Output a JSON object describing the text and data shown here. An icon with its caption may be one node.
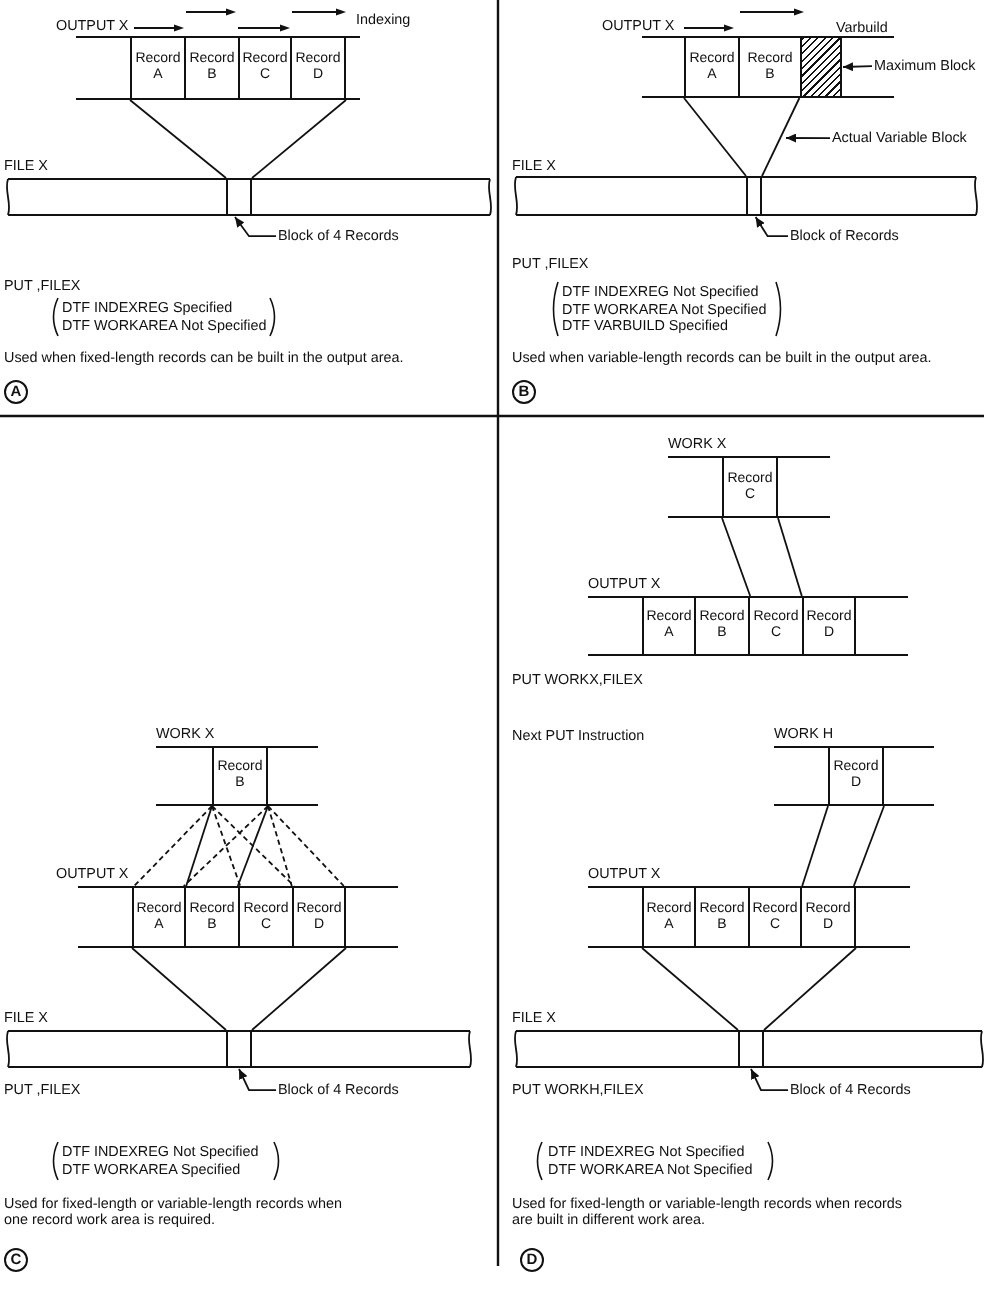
{
  "diagram": {
    "nodes": [
      {
        "text": [
          "OUTPUT X"
        ]
      },
      {
        "text": [
          "Record A"
        ],
        "in": 0
      },
      {
        "text": [
          "Record B"
        ],
        "in": 0
      },
      {
        "text": [
          "Record C"
        ],
        "in": 0
      },
      {
        "text": [
          "Record D"
        ],
        "in": 0
      },
      {
        "text": [
          "FILE X"
        ]
      },
      {
        "text": [],
        "shape": "box",
        "in": 5
      },
      {
        "text": [
          "Block of 4 Records"
        ]
      },
      {
        "text": [
          "A"
        ]
      },
      {
        "text": [
          "OUTPUT X"
        ]
      },
      {
        "text": [
          "Record A"
        ],
        "in": 9
      },
      {
        "text": [
          "Record B"
        ],
        "in": 9
      },
      {
        "text": [],
        "shape": "box",
        "in": 9
      },
      {
        "text": [
          "Maximum Block"
        ]
      },
      {
        "text": [
          "Actual Variable Block"
        ]
      },
      {
        "text": [
          "FILE X"
        ]
      },
      {
        "text": [],
        "shape": "box",
        "in": 15
      },
      {
        "text": [
          "Block of Records"
        ]
      },
      {
        "text": [
          "B"
        ]
      },
      {
        "text": [
          "WORK X"
        ]
      },
      {
        "text": [
          "Record B"
        ],
        "in": 19
      },
      {
        "text": [
          "OUTPUT X"
        ]
      },
      {
        "text": [
          "Record A"
        ],
        "in": 21
      },
      {
        "text": [
          "Record B"
        ],
        "in": 21
      },
      {
        "text": [
          "Record C"
        ],
        "in": 21
      },
      {
        "text": [
          "Record D"
        ],
        "in": 21
      },
      {
        "text": [
          "FILE X"
        ]
      },
      {
        "text": [],
        "shape": "box",
        "in": 26
      },
      {
        "text": [
          "Block of 4 Records"
        ]
      },
      {
        "text": [
          "C"
        ]
      },
      {
        "text": [
          "WORK X"
        ]
      },
      {
        "text": [
          "Record C"
        ],
        "in": 30
      },
      {
        "text": [
          "OUTPUT X"
        ]
      },
      {
        "text": [
          "Record A"
        ],
        "in": 32
      },
      {
        "text": [
          "Record B"
        ],
        "in": 32
      },
      {
        "text": [
          "Record C"
        ],
        "in": 32
      },
      {
        "text": [
          "Record D"
        ],
        "in": 32
      },
      {
        "text": [
          "WORK H"
        ]
      },
      {
        "text": [
          "Record D"
        ],
        "in": 37
      },
      {
        "text": [
          "OUTPUT X"
        ]
      },
      {
        "text": [
          "Record A"
        ],
        "in": 39
      },
      {
        "text": [
          "Record B"
        ],
        "in": 39
      },
      {
        "text": [
          "Record C"
        ],
        "in": 39
      },
      {
        "text": [
          "Record D"
        ],
        "in": 39
      },
      {
        "text": [
          "FILE X"
        ]
      },
      {
        "text": [],
        "shape": "box",
        "in": 44
      },
      {
        "text": [
          "Block of 4 Records"
        ]
      },
      {
        "text": [
          "D"
        ]
      }
    ],
    "edges": [
      {
        "from": 1,
        "to": 6,
        "arrow": "none"
      },
      {
        "from": 4,
        "to": 6,
        "arrow": "none"
      },
      {
        "from": 7,
        "to": 6,
        "arrow": "to"
      },
      {
        "from": 10,
        "to": 16,
        "arrow": "none"
      },
      {
        "from": 11,
        "to": 16,
        "arrow": "none"
      },
      {
        "from": 13,
        "to": 12,
        "arrow": "to"
      },
      {
        "from": 14,
        "to": null,
        "arrow": "to"
      },
      {
        "from": 17,
        "to": 16,
        "arrow": "to"
      },
      {
        "from": 20,
        "to": 22,
        "arrow": "none",
        "style": "dashed"
      },
      {
        "from": 20,
        "to": 22,
        "arrow": "none",
        "style": "dashed"
      },
      {
        "from": 20,
        "to": 23,
        "arrow": "none"
      },
      {
        "from": 20,
        "to": 23,
        "arrow": "none"
      },
      {
        "from": 20,
        "to": 24,
        "arrow": "none",
        "style": "dashed"
      },
      {
        "from": 20,
        "to": 24,
        "arrow": "none",
        "style": "dashed"
      },
      {
        "from": 20,
        "to": 25,
        "arrow": "none",
        "style": "dashed"
      },
      {
        "from": 20,
        "to": 25,
        "arrow": "none",
        "style": "dashed"
      },
      {
        "from": 22,
        "to": 27,
        "arrow": "none"
      },
      {
        "from": 25,
        "to": 27,
        "arrow": "none"
      },
      {
        "from": 28,
        "to": 27,
        "arrow": "to"
      },
      {
        "from": 31,
        "to": 35,
        "arrow": "none"
      },
      {
        "from": 31,
        "to": 35,
        "arrow": "none"
      },
      {
        "from": 38,
        "to": 43,
        "arrow": "none"
      },
      {
        "from": 38,
        "to": 43,
        "arrow": "none"
      },
      {
        "from": 40,
        "to": 45,
        "arrow": "none"
      },
      {
        "from": 43,
        "to": 45,
        "arrow": "none"
      },
      {
        "from": 46,
        "to": 45,
        "arrow": "to"
      }
    ],
    "labels": [
      "Indexing",
      "PUT ,FILEX",
      "DTF INDEXREG Specified",
      "DTF WORKAREA Not Specified",
      "Used when fixed-length records can be built in the output area.",
      "Varbuild",
      "PUT ,FILEX",
      "DTF INDEXREG Not Specified",
      "DTF WORKAREA Not Specified",
      "DTF VARBUILD Specified",
      "Used when variable-length records can be built in the output area.",
      "PUT ,FILEX",
      "DTF INDEXREG Not Specified",
      "DTF WORKAREA Specified",
      "Used for fixed-length or variable-length records when one record work area is required.",
      "PUT WORKX,FILEX",
      "Next PUT Instruction",
      "PUT WORKH,FILEX",
      "DTF INDEXREG Not Specified",
      "DTF WORKAREA Not Specified",
      "Used for fixed-length or variable-length records when records are built in different work area."
    ]
  }
}
